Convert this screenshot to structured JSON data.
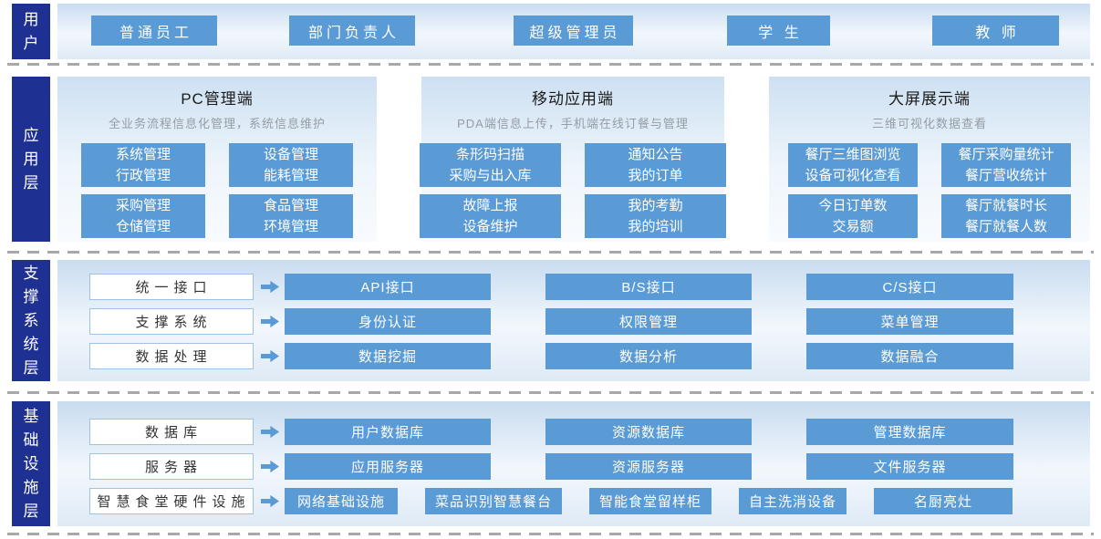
{
  "colors": {
    "node_blue": "#5b9bd5",
    "navy_label": "#1e3092",
    "category_border": "#9cc3e5",
    "dashed_line": "#a8a8a8",
    "band_light_blue": "#cde0f2"
  },
  "layers": {
    "users": {
      "label": "用户",
      "roles": [
        "普通员工",
        "部门负责人",
        "超级管理员",
        "学 生",
        "教 师"
      ]
    },
    "application": {
      "label": "应用层",
      "panels": [
        {
          "title": "PC管理端",
          "subtitle": "全业务流程信息化管理，系统信息维护",
          "modules": [
            "系统管理\n行政管理",
            "设备管理\n能耗管理",
            "采购管理\n仓储管理",
            "食品管理\n环境管理"
          ]
        },
        {
          "title": "移动应用端",
          "subtitle": "PDA端信息上传，手机端在线订餐与管理",
          "modules": [
            "条形码扫描\n采购与出入库",
            "通知公告\n我的订单",
            "故障上报\n设备维护",
            "我的考勤\n我的培训"
          ]
        },
        {
          "title": "大屏展示端",
          "subtitle": "三维可视化数据查看",
          "modules": [
            "餐厅三维图浏览\n设备可视化查看",
            "餐厅采购量统计\n餐厅营收统计",
            "今日订单数\n交易额",
            "餐厅就餐时长\n餐厅就餐人数"
          ]
        }
      ]
    },
    "support": {
      "label": "支撑系统层",
      "rows": [
        {
          "category": "统一接口",
          "items": [
            "API接口",
            "B/S接口",
            "C/S接口"
          ]
        },
        {
          "category": "支撑系统",
          "items": [
            "身份认证",
            "权限管理",
            "菜单管理"
          ]
        },
        {
          "category": "数据处理",
          "items": [
            "数据挖掘",
            "数据分析",
            "数据融合"
          ]
        }
      ]
    },
    "infrastructure": {
      "label": "基础设施层",
      "rows": [
        {
          "category": "数据库",
          "items": [
            "用户数据库",
            "资源数据库",
            "管理数据库"
          ]
        },
        {
          "category": "服务器",
          "items": [
            "应用服务器",
            "资源服务器",
            "文件服务器"
          ]
        },
        {
          "category": "智慧食堂硬件设施",
          "items": [
            "网络基础设施",
            "菜品识别智慧餐台",
            "智能食堂留样柜",
            "自主洗消设备",
            "名厨亮灶"
          ]
        }
      ]
    }
  }
}
